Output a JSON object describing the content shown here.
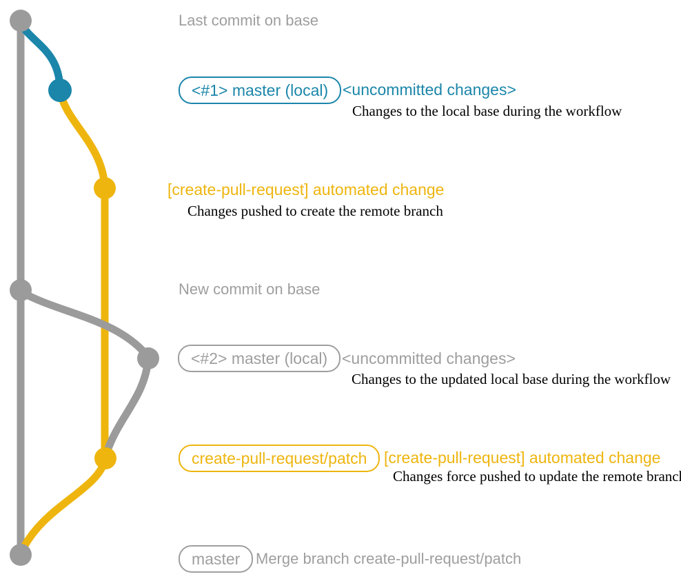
{
  "diagram": {
    "type": "git-graph",
    "colors": {
      "base_branch": "#9b9b9b",
      "local_master_branch": "#1b86aa",
      "create_pull_request_branch": "#eeb50e",
      "description_text": "#000000",
      "caption_text": "#9e9e9e"
    },
    "events": [
      {
        "kind": "caption",
        "text": "Last commit on base"
      },
      {
        "kind": "commit",
        "tag": "<#1> master (local)",
        "annotation": "<uncommitted changes>",
        "description": "Changes to the local base during the workflow"
      },
      {
        "kind": "commit",
        "annotation": "[create-pull-request] automated change",
        "description": "Changes pushed to create the remote branch"
      },
      {
        "kind": "caption",
        "text": "New commit on base"
      },
      {
        "kind": "commit",
        "tag": "<#2> master (local)",
        "annotation": "<uncommitted changes>",
        "description": "Changes to the updated local base during the workflow"
      },
      {
        "kind": "commit",
        "tag": "create-pull-request/patch",
        "annotation": "[create-pull-request] automated change",
        "description": "Changes force pushed to update the remote branch"
      },
      {
        "kind": "commit",
        "tag": "master",
        "annotation": "Merge branch create-pull-request/patch"
      }
    ]
  }
}
